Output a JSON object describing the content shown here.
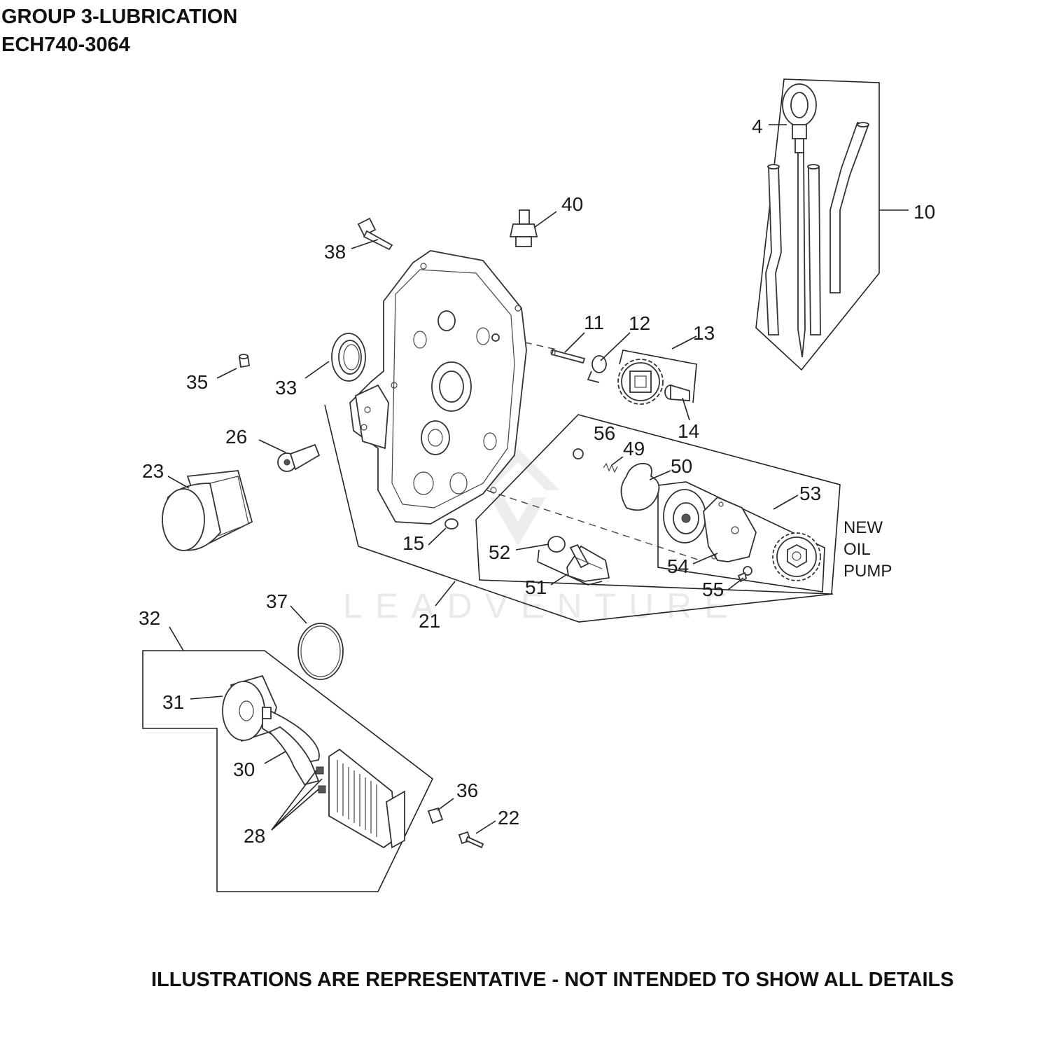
{
  "header": {
    "title_line1": "GROUP 3-LUBRICATION",
    "title_line2": "ECH740-3064"
  },
  "footer": {
    "disclaimer": "ILLUSTRATIONS ARE REPRESENTATIVE - NOT INTENDED TO SHOW ALL DETAILS"
  },
  "watermark": {
    "text": "LEADVENTURE"
  },
  "annotation": {
    "line1": "NEW",
    "line2": "OIL",
    "line3": "PUMP"
  },
  "callouts": {
    "c4": "4",
    "c10": "10",
    "c11": "11",
    "c12": "12",
    "c13": "13",
    "c14": "14",
    "c15": "15",
    "c21": "21",
    "c22": "22",
    "c23": "23",
    "c26": "26",
    "c28": "28",
    "c30": "30",
    "c31": "31",
    "c32": "32",
    "c33": "33",
    "c35": "35",
    "c36": "36",
    "c37": "37",
    "c38": "38",
    "c40": "40",
    "c49": "49",
    "c50": "50",
    "c51": "51",
    "c52": "52",
    "c53": "53",
    "c54": "54",
    "c55": "55",
    "c56": "56"
  }
}
